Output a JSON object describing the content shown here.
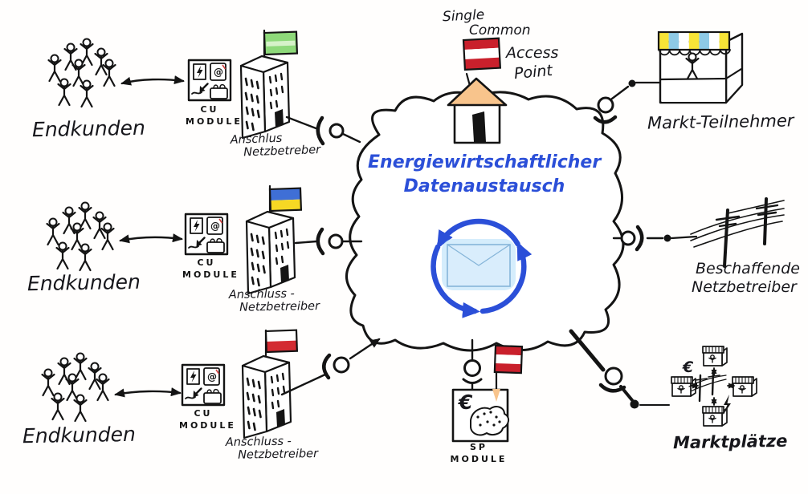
{
  "title": {
    "line1": "Energiewirtschaftlicher",
    "line2": "Datenaustausch"
  },
  "access_point": {
    "word1": "Single",
    "word2": "Common",
    "word3": "Access",
    "word4": "Point"
  },
  "rows": [
    {
      "customers": "Endkunden",
      "module_line1": "CU",
      "module_line2": "MODULE",
      "operator_line1": "Anschlus",
      "operator_line2": "Netzbetreber",
      "flag": "green"
    },
    {
      "customers": "Endkunden",
      "module_line1": "CU",
      "module_line2": "MODULE",
      "operator_line1": "Anschluss -",
      "operator_line2": "Netzbetreiber",
      "flag": "ukraine"
    },
    {
      "customers": "Endkunden",
      "module_line1": "CU",
      "module_line2": "MODULE",
      "operator_line1": "Anschluss -",
      "operator_line2": "Netzbetreiber",
      "flag": "poland"
    }
  ],
  "market_participant": {
    "label": "Markt-Teilnehmer"
  },
  "procuring_operator": {
    "line1": "Beschaffende",
    "line2": "Netzbetreiber"
  },
  "marketplaces": {
    "label": "Marktplätze",
    "euro": "€"
  },
  "sp_module": {
    "line1": "SP",
    "line2": "MODULE",
    "euro": "€"
  },
  "cu_icons": {
    "at": "@"
  },
  "icons": {
    "cu_module_box": [
      "document-lightning-icon",
      "at-device-icon",
      "pen-icon",
      "briefcase-icon"
    ],
    "center": [
      "cloud-icon",
      "envelope-icon",
      "cycle-arrows-icon",
      "house-icon"
    ],
    "entities": [
      "stick-figure-icon",
      "office-building-icon",
      "market-stall-icon",
      "power-lines-icon",
      "marketplace-stall-icon",
      "lightning-icon",
      "plug-connector-icon",
      "flame-icon"
    ]
  },
  "colors": {
    "ink": "#141414",
    "handwriting_blue": "#2b4fd8",
    "envelope_fill": "#d9edfc",
    "envelope_glow": "#bfe3fa",
    "envelope_stroke": "#86b5d9",
    "roof_orange": "#f8c48c",
    "flag_green": "#8ed97a",
    "flag_green_stripe": "#d6f2c9",
    "flag_ua_top": "#3f6fd6",
    "flag_ua_bottom": "#f6d824",
    "flag_pl_top": "#ffffff",
    "flag_pl_bottom": "#d32b32",
    "flag_at_red": "#c9202c",
    "awning_yellow": "#f7e437",
    "awning_blue": "#8ecae6"
  }
}
